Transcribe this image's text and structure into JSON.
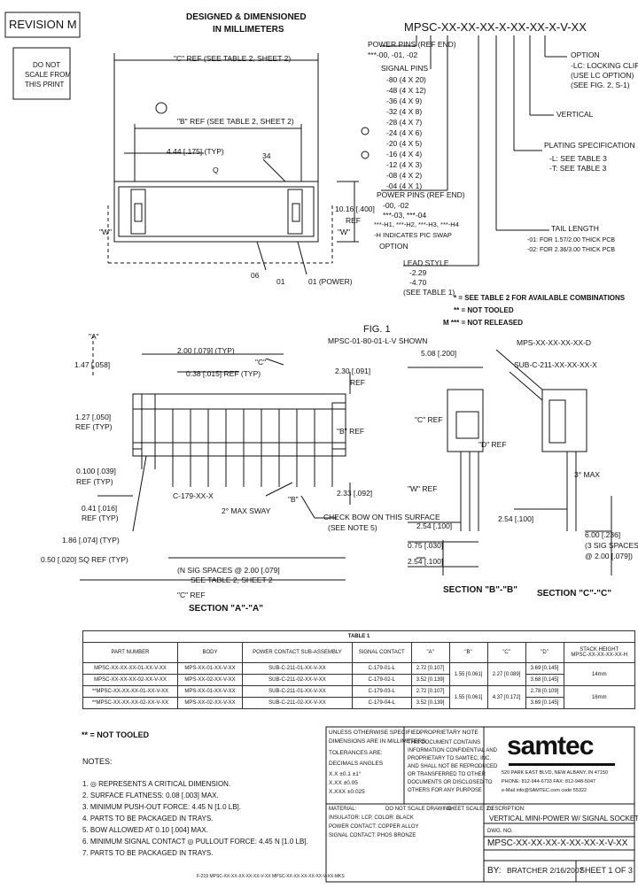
{
  "header": {
    "revision": "REVISION M",
    "designed_line1": "DESIGNED & DIMENSIONED",
    "designed_line2": "IN MILLIMETERS",
    "do_not_scale": [
      "DO NOT",
      "SCALE FROM",
      "THIS PRINT"
    ]
  },
  "part_code": {
    "code": "MPSC-XX-XX-XX-X-XX-XX-X-V-XX",
    "option": {
      "title": "OPTION",
      "lines": [
        "-LC: LOCKING CLIP",
        "(USE LC OPTION)",
        "(SEE FIG. 2, S-1)"
      ]
    },
    "vertical": "VERTICAL",
    "plating": {
      "title": "PLATING SPECIFICATION",
      "lines": [
        "-L: SEE TABLE 3",
        "-T: SEE TABLE 3"
      ]
    },
    "tail_length": {
      "title": "TAIL LENGTH",
      "lines": [
        "-01: FOR 1.57/2.00 THICK PCB",
        "-02: FOR 2.36/3.00 THICK PCB"
      ]
    },
    "power_pins_1": {
      "title": "POWER PINS (REF END)",
      "lines": [
        "***-00, -01, -02"
      ]
    },
    "signal_pins": {
      "title": "SIGNAL PINS",
      "lines": [
        "-80 (4 X 20)",
        "-48 (4 X 12)",
        "-36 (4 X 9)",
        "-32 (4 X 8)",
        "-28 (4 X 7)",
        "-24 (4 X 6)",
        "-20 (4 X 5)",
        "-16 (4 X 4)",
        "-12 (4 X 3)",
        "-08 (4 X 2)",
        "-04 (4 X 1)"
      ]
    },
    "power_pins_2": {
      "title": "POWER PINS (REF END)",
      "lines": [
        "-00, -02",
        "***-03, ***-04",
        "***-H1, ***-H2, ***-H3, ***-H4",
        "-H INDICATES PIC SWAP",
        "OPTION"
      ]
    },
    "lead_style": {
      "title": "LEAD STYLE",
      "lines": [
        "-2.29",
        "-4.70",
        "(SEE TABLE 1)"
      ]
    }
  },
  "footnotes": [
    "* = SEE TABLE 2 FOR AVAILABLE COMBINATIONS",
    "** = NOT TOOLED",
    "M *** = NOT RELEASED"
  ],
  "top_view": {
    "ref_c": "\"C\" REF (SEE TABLE 2, SHEET 2)",
    "ref_b": "\"B\" REF (SEE TABLE 2, SHEET 2)",
    "dim_444": "4.44 [.175] (TYP)",
    "dim_1016": "10.16 [.400]",
    "ref_word": "REF",
    "label_w": "\"W\"",
    "label_34": "34",
    "label_06": "06",
    "label_01": "01",
    "label_01p": "01 (POWER)",
    "label_q": "Q"
  },
  "fig1": {
    "title": "FIG. 1",
    "subtitle": "MPSC-01-80-01-L-V SHOWN",
    "section_a": "SECTION \"A\"-\"A\"",
    "section_b": "SECTION \"B\"-\"B\"",
    "section_c": "SECTION \"C\"-\"C\"",
    "dims": {
      "d200": "2.00 [.079] (TYP)",
      "d038": "0.38 [.015] REF (TYP)",
      "d147": "1.47 [.058]",
      "d127": "1.27 [.050]",
      "ref_typ": "REF (TYP)",
      "d100": "0.100 [.039]",
      "d041": "0.41 [.016]",
      "d186": "1.86 [.074] (TYP)",
      "d050": "0.50 [.020] SQ REF (TYP)",
      "sig_spaces": "(N SIG SPACES @ 2.00 [.079]",
      "see_table": "SEE TABLE 2, SHEET 2",
      "c_ref": "\"C\" REF",
      "c179": "C-179-XX-X",
      "sway": "2° MAX SWAY",
      "d233": "2.33 [.092]",
      "d230": "2.30 [.091]",
      "ref": "REF",
      "b_ref": "\"B\" REF",
      "check_bow": "CHECK BOW ON THIS SURFACE",
      "see_note": "(SEE NOTE 5)",
      "d508": "5.08 [.200]",
      "mps": "MPS-XX-XX-XX-XX-D",
      "sub": "SUB-C-211-XX-XX-XX-X",
      "d254": "2.54 [.100]",
      "d075": "0.75 [.030]",
      "d254b": "2.54 [.100]",
      "d3max": "3° MAX",
      "d600": "6.00 [.236]",
      "spaces": "(3 SIG SPACES",
      "spaces2": "@ 2.00 [.079])",
      "w_ref": "\"W\" REF",
      "d_ref": "\"D\" REF",
      "label_a": "\"A\"",
      "label_b": "\"B\"",
      "label_c": "\"C\""
    }
  },
  "table1": {
    "title": "TABLE 1",
    "headers": [
      "PART NUMBER",
      "BODY",
      "POWER CONTACT SUB-ASSEMBLY",
      "SIGNAL CONTACT",
      "\"A\"",
      "\"B\"",
      "\"C\"",
      "\"D\"",
      "STACK HEIGHT"
    ],
    "stack_sub": "MPSC-XX-XX-XX-XX-H",
    "rows": [
      [
        "MPSC-XX-XX-XX-01-XX-V-XX",
        "MPS-XX-01-XX-V-XX",
        "SUB-C-211-01-XX-V-XX",
        "C-179-01-L",
        "2.72 [0.107]",
        "1.55 [0.061]",
        "2.27 [0.089]",
        "3.69 [0.145]",
        "14mm"
      ],
      [
        "MPSC-XX-XX-XX-02-XX-V-XX",
        "MPS-XX-02-XX-V-XX",
        "SUB-C-211-02-XX-V-XX",
        "C-179-02-L",
        "3.52 [0.139]",
        "",
        "",
        "3.68 [0.145]",
        ""
      ],
      [
        "**MPSC-XX-XX-XX-01-XX-V-XX",
        "MPS-XX-01-XX-V-XX",
        "SUB-C-211-01-XX-V-XX",
        "C-179-03-L",
        "2.72 [0.107]",
        "1.55 [0.061]",
        "4.37 [0.172]",
        "2.78 [0.109]",
        "16mm"
      ],
      [
        "**MPSC-XX-XX-XX-02-XX-V-XX",
        "MPS-XX-02-XX-V-XX",
        "SUB-C-211-02-XX-V-XX",
        "C-179-04-L",
        "3.52 [0.139]",
        "",
        "",
        "3.69 [0.145]",
        ""
      ]
    ]
  },
  "not_tooled": "** = NOT TOOLED",
  "notes": {
    "title": "NOTES:",
    "items": [
      "1. ◎ REPRESENTS A CRITICAL DIMENSION.",
      "2. SURFACE FLATNESS: 0.08 [.003] MAX.",
      "3. MINIMUM PUSH-OUT FORCE: 4.45 N [1.0 LB].",
      "4. PARTS TO BE PACKAGED IN TRAYS.",
      "5. BOW ALLOWED AT 0.10 [.004] MAX.",
      "6. MINIMUM SIGNAL CONTACT ◎ PULLOUT FORCE: 4.45 N [1.0 LB].",
      "7. PARTS TO BE PACKAGED IN TRAYS."
    ],
    "footer": "F-219 MPSC-XX-XX-XX-XX-XX-V-XX MPSC-XX-XX-XX-XX-XX-V-XX-MKS"
  },
  "title_block": {
    "tolerance": [
      "UNLESS OTHERWISE SPECIFIED,",
      "DIMENSIONS ARE IN MILLIMETERS",
      "TOLERANCES ARE:",
      "DECIMALS    ANGLES",
      "X.X ±0.1     ±1°",
      "X.XX ±0.05",
      "X.XXX ±0.025"
    ],
    "proprietary": [
      "PROPRIETARY NOTE",
      "THIS DOCUMENT CONTAINS",
      "INFORMATION CONFIDENTIAL AND",
      "PROPRIETARY TO SAMTEC, INC.",
      "AND SHALL NOT BE REPRODUCED",
      "OR TRANSFERRED TO OTHER",
      "DOCUMENTS OR DISCLOSED TO",
      "OTHERS FOR ANY PURPOSE"
    ],
    "logo": "samtec",
    "address": [
      "520 PARK EAST BLVD, NEW ALBANY, IN 47150",
      "PHONE: 812-944-6733  FAX: 812-948-5047",
      "e-Mail info@SAMTEC.com  code 55322"
    ],
    "material": [
      "MATERIAL:",
      "INSULATOR: LCP, COLOR: BLACK",
      "POWER CONTACT: COPPER ALLOY",
      "SIGNAL CONTACT: PHOS BRONZE"
    ],
    "do_not_scale": "DO NOT SCALE DRAWING",
    "sheet_scale": "SHEET SCALE: 2:1",
    "description_label": "DESCRIPTION:",
    "description": "VERTICAL MINI-POWER W/ SIGNAL SOCKET",
    "dwg_label": "DWG. NO.",
    "dwg_no": "MPSC-XX-XX-XX-X-XX-XX-X-V-XX",
    "by": "BY:",
    "by_value": "BRATCHER  2/16/2007",
    "sheet": "SHEET 1 OF 3"
  }
}
